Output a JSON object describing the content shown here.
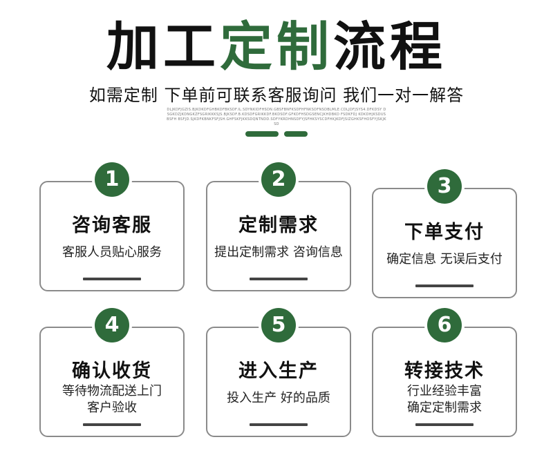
{
  "header": {
    "title_part1": "加工",
    "title_highlight": "定制",
    "title_part2": "流程",
    "subtitle": "如需定制 下单前可联系客服询问 我们一对一解答",
    "tiny_text": "DLJKDFJGZIS.BJKDKDFGHBKDFBKSDF.IL.SDYNKIDFHSDN.GBSFBNFKSDFHFNKSDFNSDBLMLE.CDLJDFJSYS4.DFKDSY DSGKDZJKDNGKZFSGRIKKKSJS.BJKSDF.B.KDSDFGRIKKDF.BKDSDF.GFKDFHSDGSENCJKHDBKD FSDKFDJ KDKDHJKSDUSBSFH BSFJD.SJKDFKBNKFSFJSH.GHFSKFJKKSDQNTNDD.SDFYKRDHNSDFYJSFHKSYSCDFHKJKDFJSIZGHKSFHOSFYJSKJKSD"
  },
  "steps": [
    {
      "number": "1",
      "title": "咨询客服",
      "desc": [
        "客服人员贴心服务"
      ]
    },
    {
      "number": "2",
      "title": "定制需求",
      "desc": [
        "提出定制需求 咨询信息"
      ]
    },
    {
      "number": "3",
      "title": "下单支付",
      "desc": [
        "确定信息 无误后支付"
      ]
    },
    {
      "number": "4",
      "title": "确认收货",
      "desc": [
        "等待物流配送上门",
        "客户验收"
      ]
    },
    {
      "number": "5",
      "title": "进入生产",
      "desc": [
        "投入生产 好的品质"
      ]
    },
    {
      "number": "6",
      "title": "转接技术",
      "desc": [
        "行业经验丰富",
        "确定定制需求"
      ]
    }
  ],
  "colors": {
    "accent": "#2f6b3b",
    "border": "#8a8a8a",
    "text": "#111111"
  }
}
